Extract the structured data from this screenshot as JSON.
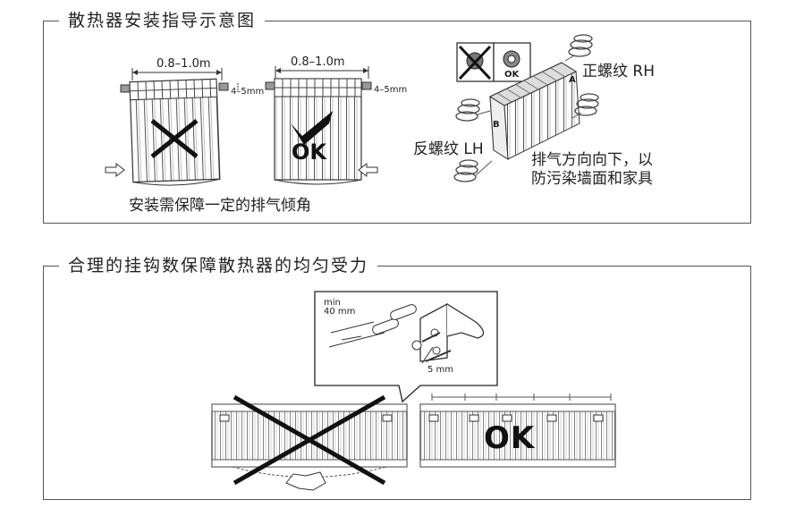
{
  "panel1": {
    "title": "散热器安装指导示意图",
    "left_radiator": {
      "width_label": "0.8–1.0m",
      "gap_label": "4–5mm"
    },
    "right_radiator": {
      "width_label": "0.8–1.0m",
      "gap_label": "4–5mm",
      "ok_label": "OK"
    },
    "caption": "安装需保障一定的排气倾角",
    "thread_box": {
      "ok_label": "OK"
    },
    "side_a": "A",
    "side_b": "B",
    "right_thread_label": "正螺纹 RH",
    "left_thread_label": "反螺纹 LH",
    "vent_note_line1": "排气方向向下，以",
    "vent_note_line2": "防污染墙面和家具"
  },
  "panel2": {
    "title": "合理的挂钩数保障散热器的均匀受力",
    "callout": {
      "min_label": "min",
      "min_value": "40 mm",
      "bolt_label": "5 mm"
    },
    "ok_label": "OK"
  }
}
